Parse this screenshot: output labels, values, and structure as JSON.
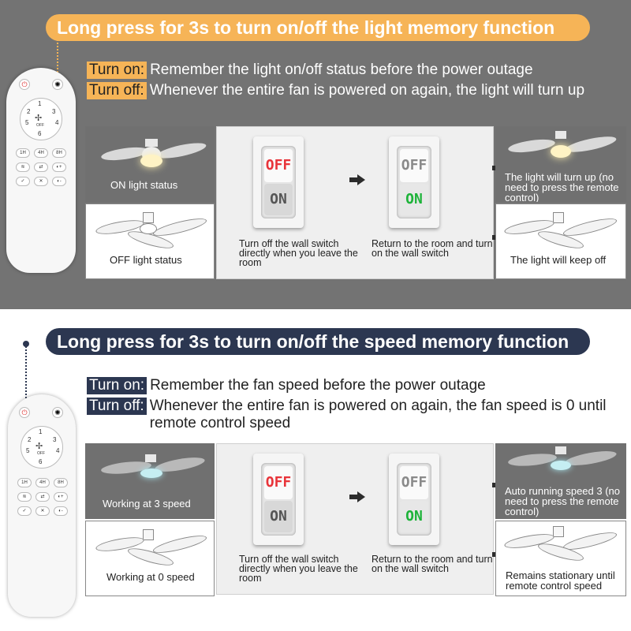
{
  "colors": {
    "light_section_bg": "#737373",
    "light_accent": "#f6b457",
    "speed_accent": "#2c3751",
    "off_red": "#e8343a",
    "on_green": "#1eb33a",
    "neutral_gray": "#8a8a8a"
  },
  "light_memory": {
    "banner": "Long press for 3s to turn on/off the light memory function",
    "turn_on_label": "Turn on:",
    "turn_on_text": "Remember the light on/off status before the power outage",
    "turn_off_label": "Turn off:",
    "turn_off_text": "Whenever the entire fan is powered on again, the light will turn up",
    "status_on": "ON light status",
    "status_off": "OFF light status",
    "step1": "Turn off the wall switch directly when you leave the room",
    "step2": "Return to the room and turn on the wall switch",
    "result_top": "The light will turn up (no need to press the remote control)",
    "result_bottom": "The light will keep off"
  },
  "speed_memory": {
    "banner": "Long press for 3s to turn on/off the speed memory function",
    "turn_on_label": "Turn on:",
    "turn_on_text": "Remember the fan speed before the power outage",
    "turn_off_label": "Turn off:",
    "turn_off_text": "Whenever  the entire fan is powered on again, the fan speed is 0 until remote control speed",
    "status_top": "Working at 3 speed",
    "status_bottom": "Working at 0 speed",
    "step1": "Turn off the wall switch directly when you leave the room",
    "step2": "Return to the room and turn on the wall switch",
    "result_top": "Auto running speed 3 (no need to press the remote control)",
    "result_bottom": "Remains stationary until remote control speed"
  },
  "switch": {
    "off": "OFF",
    "on": "ON"
  },
  "remote": {
    "numbers": [
      "1",
      "2",
      "3",
      "4",
      "5",
      "6"
    ],
    "off_label": "OFF",
    "timers": [
      "1H",
      "4H",
      "8H"
    ]
  }
}
